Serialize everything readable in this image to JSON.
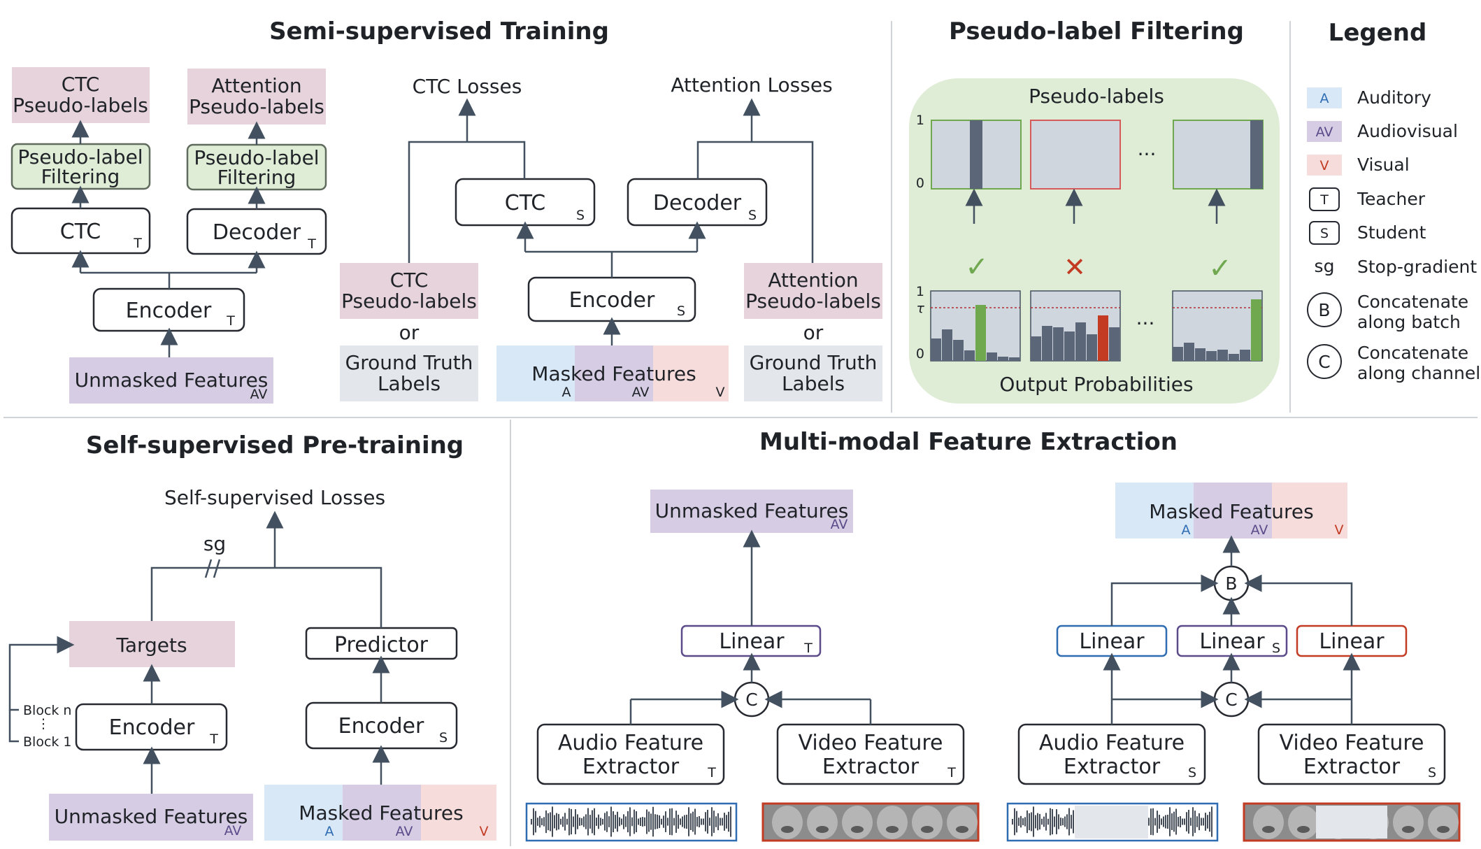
{
  "sections": {
    "semi": "Semi-supervised Training",
    "filter": "Pseudo-label Filtering",
    "legend": "Legend",
    "self": "Self-supervised Pre-training",
    "mm": "Multi-modal Feature Extraction"
  },
  "semi": {
    "ctc_pl_1": "CTC",
    "ctc_pl_2": "Pseudo-labels",
    "att_pl_1": "Attention",
    "att_pl_2": "Pseudo-labels",
    "plf_1": "Pseudo-label",
    "plf_2": "Filtering",
    "ctc": "CTC",
    "decoder": "Decoder",
    "encoder": "Encoder",
    "unmasked": "Unmasked Features",
    "ctc_losses": "CTC Losses",
    "att_losses": "Attention Losses",
    "or": "or",
    "gt_1": "Ground Truth",
    "gt_2": "Labels",
    "masked": "Masked Features",
    "t": "T",
    "s": "S",
    "a": "A",
    "av": "AV",
    "v": "V"
  },
  "filter": {
    "pseudo_labels": "Pseudo-labels",
    "output_probs": "Output Probabilities",
    "one": "1",
    "zero": "0",
    "tau": "τ",
    "dots": "...",
    "check": "✓",
    "cross": "✕"
  },
  "legend": {
    "items": [
      {
        "badge": "A",
        "label": "Auditory"
      },
      {
        "badge": "AV",
        "label": "Audiovisual"
      },
      {
        "badge": "V",
        "label": "Visual"
      },
      {
        "badge": "T",
        "label": "Teacher"
      },
      {
        "badge": "S",
        "label": "Student"
      },
      {
        "badge": "sg",
        "label": "Stop-gradient"
      },
      {
        "badge": "B",
        "label": "Concatenate",
        "label2": "along batch"
      },
      {
        "badge": "C",
        "label": "Concatenate",
        "label2": "along channel"
      }
    ]
  },
  "self": {
    "losses": "Self-supervised Losses",
    "sg": "sg",
    "targets": "Targets",
    "predictor": "Predictor",
    "encoder": "Encoder",
    "block_n": "Block n",
    "block_1": "Block 1",
    "unmasked": "Unmasked Features",
    "masked": "Masked Features"
  },
  "mm": {
    "unmasked": "Unmasked Features",
    "masked": "Masked Features",
    "linear": "Linear",
    "c": "C",
    "b": "B",
    "audio_1": "Audio Feature",
    "audio_2": "Extractor",
    "video_1": "Video Feature",
    "video_2": "Extractor"
  },
  "colors": {
    "pink": "#e6d3dc",
    "purple": "#d6cce3",
    "blue": "#d8e8f7",
    "red": "#f7dcdc",
    "green_fill": "#dfecd6",
    "bar_gray": "#5b6678",
    "bar_green": "#6fa84f",
    "bar_red": "#c23b22"
  }
}
